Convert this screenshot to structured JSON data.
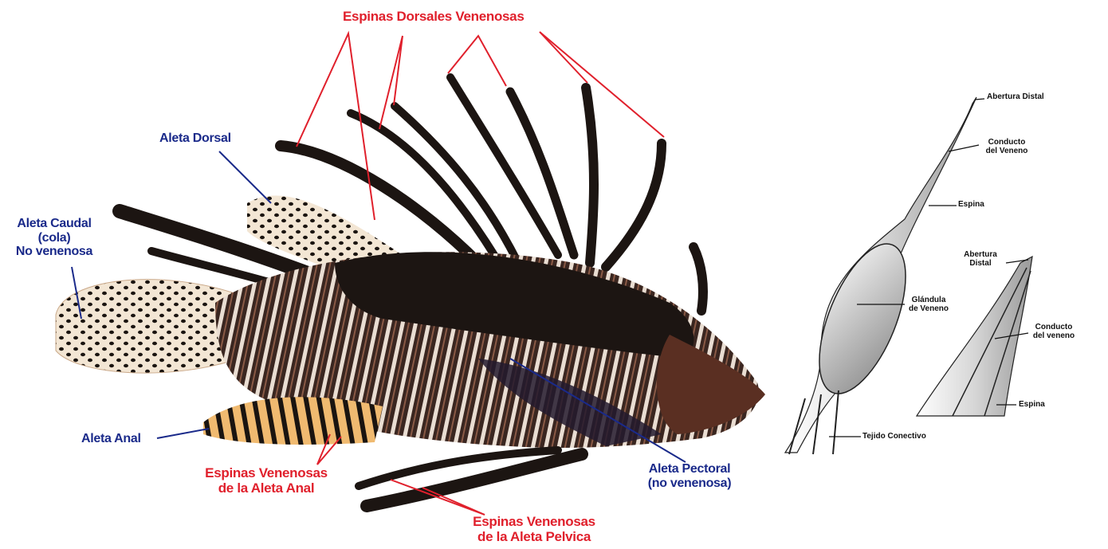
{
  "labels": {
    "dorsal_spines": "Espinas Dorsales Venenosas",
    "dorsal_fin": "Aleta Dorsal",
    "caudal_fin_1": "Aleta Caudal",
    "caudal_fin_2": "(cola)",
    "caudal_fin_3": "No venenosa",
    "anal_fin": "Aleta Anal",
    "anal_spines_1": "Espinas Venenosas",
    "anal_spines_2": "de la Aleta Anal",
    "pelvic_spines_1": "Espinas Venenosas",
    "pelvic_spines_2": "de la Aleta Pelvica",
    "pectoral_fin_1": "Aleta Pectoral",
    "pectoral_fin_2": "(no venenosa)"
  },
  "spine_detail_a": {
    "distal_opening": "Abertura Distal",
    "venom_duct_1": "Conducto",
    "venom_duct_2": "del Veneno",
    "spine": "Espina",
    "venom_gland_1": "Glándula",
    "venom_gland_2": "de Veneno",
    "connective_tissue": "Tejido Conectivo"
  },
  "spine_detail_b": {
    "distal_opening_1": "Abertura",
    "distal_opening_2": "Distal",
    "venom_duct_1": "Conducto",
    "venom_duct_2": "del veneno",
    "spine": "Espina"
  },
  "colors": {
    "red": "#e0202c",
    "blue": "#1a2a8a",
    "fish_dark": "#1c1512"
  }
}
